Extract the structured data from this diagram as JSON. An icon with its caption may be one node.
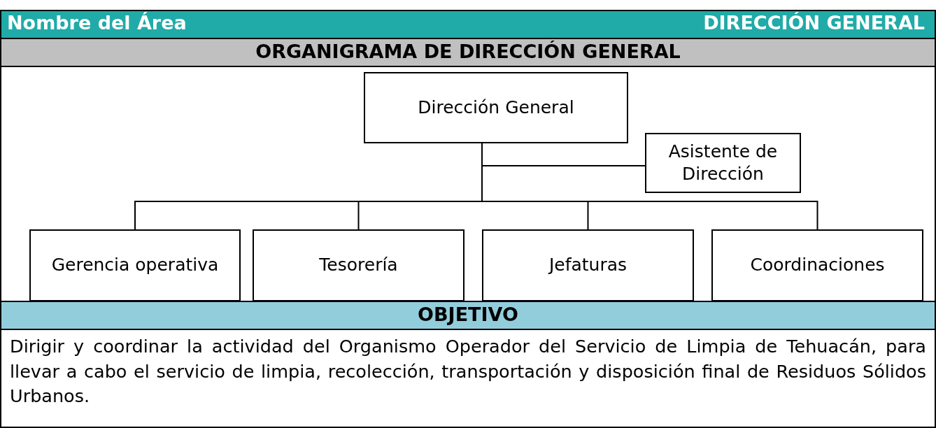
{
  "diagram": {
    "nodes": [
      {
        "text": [
          "Dirección General"
        ]
      },
      {
        "text": [
          "Asistente de Dirección"
        ]
      },
      {
        "text": [
          "Gerencia operativa"
        ]
      },
      {
        "text": [
          "Tesorería"
        ]
      },
      {
        "text": [
          "Jefaturas"
        ]
      },
      {
        "text": [
          "Coordinaciones"
        ]
      }
    ],
    "edges": [
      {
        "from": 0,
        "to": 1,
        "arrow": "none"
      },
      {
        "from": 0,
        "to": 2,
        "arrow": "none"
      },
      {
        "from": 0,
        "to": 3,
        "arrow": "none"
      },
      {
        "from": 0,
        "to": 4,
        "arrow": "none"
      },
      {
        "from": 0,
        "to": 5,
        "arrow": "none"
      }
    ],
    "labels": [
      "Nombre del Área",
      "DIRECCIÓN GENERAL",
      "ORGANIGRAMA DE DIRECCIÓN GENERAL",
      "OBJETIVO",
      "Dirigir y coordinar la actividad del Organismo Operador del Servicio de Limpia de Tehuacán, para llevar a cabo el servicio de limpia, recolección, transportación y disposición final de Residuos Sólidos Urbanos."
    ]
  }
}
